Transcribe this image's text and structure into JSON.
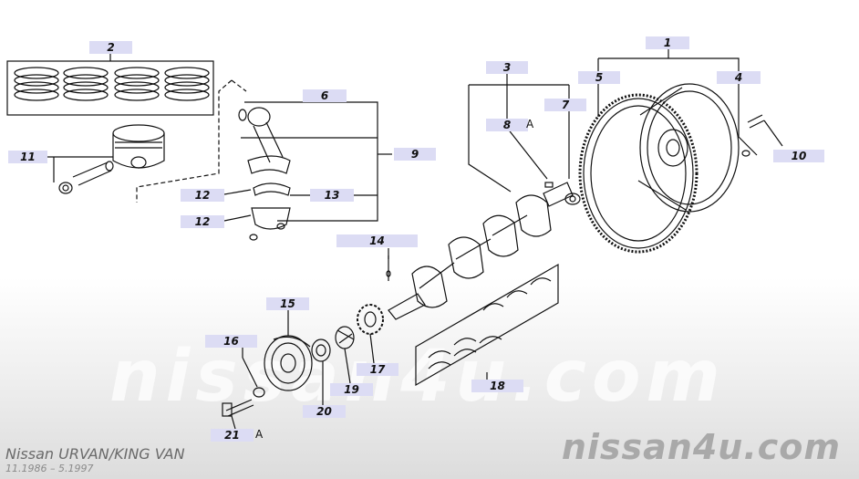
{
  "watermark": "nissan4u.com",
  "brand": "nissan4u.com",
  "model": "Nissan URVAN/KING VAN",
  "dates": "11.1986 – 5.1997",
  "callouts": {
    "c1": "1",
    "c2": "2",
    "c3": "3",
    "c4": "4",
    "c5": "5",
    "c6": "6",
    "c7": "7",
    "c8": "8",
    "c9": "9",
    "c10": "10",
    "c11": "11",
    "c12a": "12",
    "c12b": "12",
    "c13": "13",
    "c14": "14",
    "c15": "15",
    "c16": "16",
    "c17": "17",
    "c18": "18",
    "c19": "19",
    "c20": "20",
    "c21": "21"
  },
  "suffix": {
    "s8": "A",
    "s21": "A"
  }
}
